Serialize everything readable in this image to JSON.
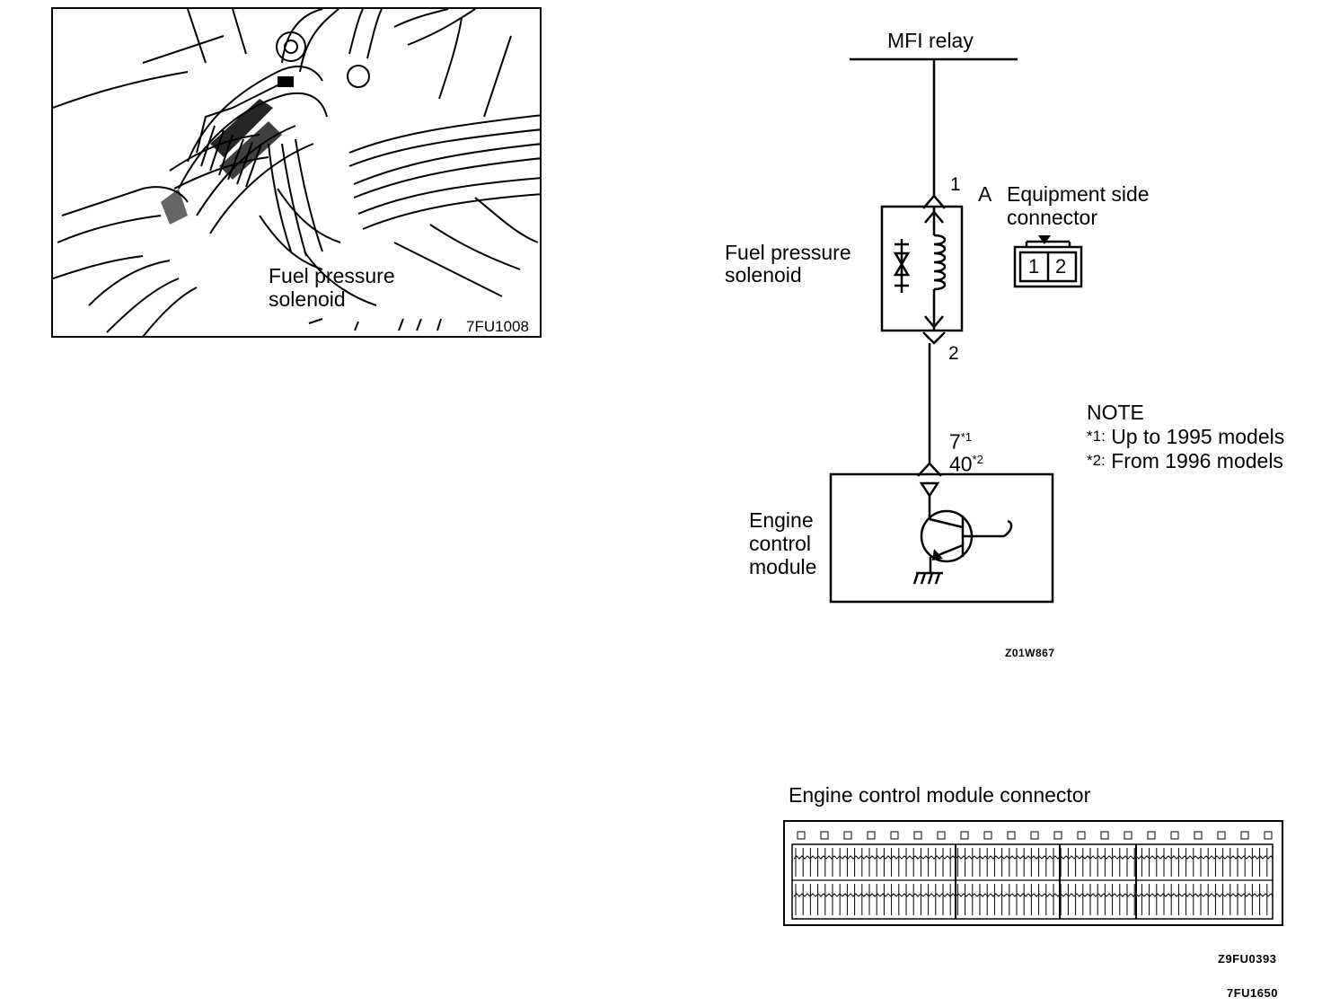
{
  "photo": {
    "label_line1": "Fuel pressure",
    "label_line2": "solenoid",
    "code": "7FU1008"
  },
  "circuit": {
    "top_label": "MFI relay",
    "pin1": "1",
    "pin2": "2",
    "connector_letter": "A",
    "equipment_line1": "Equipment  side",
    "equipment_line2": "connector",
    "conn_pin1": "1",
    "conn_pin2": "2",
    "solenoid_line1": "Fuel pressure",
    "solenoid_line2": "solenoid",
    "ecm_pin_a": "7",
    "ecm_pin_a_note": "*1",
    "ecm_pin_b": "40",
    "ecm_pin_b_note": "*2",
    "ecm_line1": "Engine",
    "ecm_line2": "control",
    "ecm_line3": "module",
    "code": "Z01W867"
  },
  "note": {
    "title": "NOTE",
    "item1_mark": "*1:",
    "item1_text": "Up to 1995 models",
    "item2_mark": "*2:",
    "item2_text": "From 1996 models"
  },
  "ecm_connector": {
    "title": "Engine control module connector",
    "code1": "Z9FU0393",
    "code2": "7FU1650"
  }
}
